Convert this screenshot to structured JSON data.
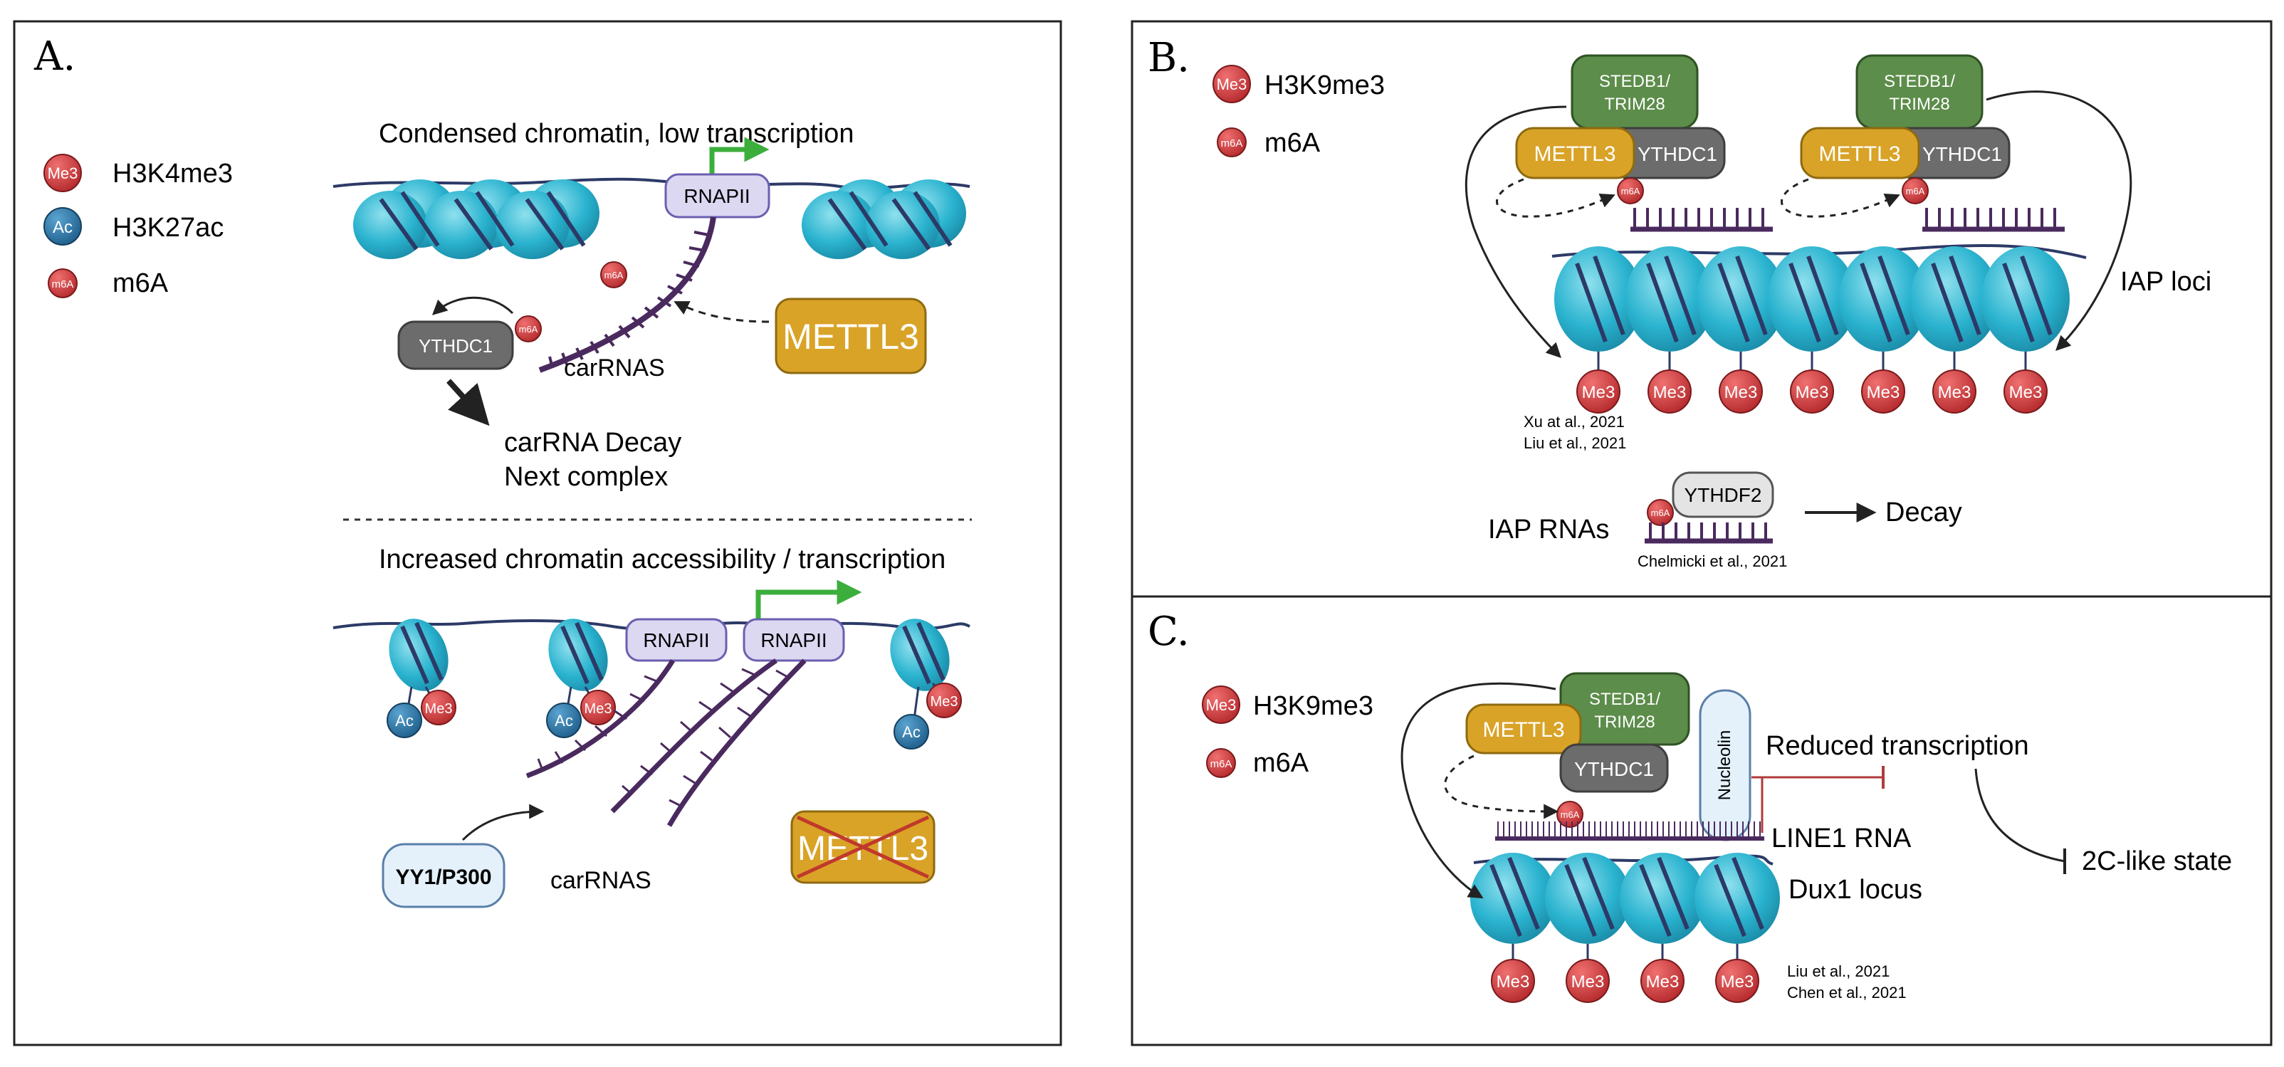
{
  "panelA": {
    "letter": "A.",
    "legend": [
      {
        "badge": "Me3",
        "label": "H3K4me3"
      },
      {
        "badge": "Ac",
        "label": "H3K27ac"
      },
      {
        "badge": "m6A",
        "label": "m6A"
      }
    ],
    "top_title": "Condensed chromatin, low transcription",
    "rnapii": "RNAPII",
    "m6a": "m6A",
    "ythdc1": "YTHDC1",
    "carrnas": "carRNAS",
    "mettl3": "METTL3",
    "decay_line1": "carRNA Decay",
    "decay_line2": "Next complex",
    "bottom_title": "Increased chromatin accessibility / transcription",
    "ac": "Ac",
    "me3": "Me3",
    "yy1": "YY1/P300",
    "carrnas_bottom": "carRNAS",
    "mettl3_crossed": "METTL3"
  },
  "panelB": {
    "letter": "B.",
    "legend": [
      {
        "badge": "Me3",
        "label": "H3K9me3"
      },
      {
        "badge": "m6A",
        "label": "m6A"
      }
    ],
    "stedb1_line1": "STEDB1/",
    "stedb1_line2": "TRIM28",
    "mettl3": "METTL3",
    "ythdc1": "YTHDC1",
    "m6a": "m6A",
    "me3": "Me3",
    "iap_loci": "IAP loci",
    "ref1": "Xu at al., 2021",
    "ref2": "Liu et al., 2021",
    "ythdf2": "YTHDF2",
    "iap_rnas": "IAP RNAs",
    "decay": "Decay",
    "ref3": "Chelmicki et al., 2021"
  },
  "panelC": {
    "letter": "C.",
    "legend": [
      {
        "badge": "Me3",
        "label": "H3K9me3"
      },
      {
        "badge": "m6A",
        "label": "m6A"
      }
    ],
    "stedb1_line1": "STEDB1/",
    "stedb1_line2": "TRIM28",
    "mettl3": "METTL3",
    "ythdc1": "YTHDC1",
    "nucleolin": "Nucleolin",
    "m6a": "m6A",
    "reduced": "Reduced transcription",
    "line1": "LINE1 RNA",
    "dux1": "Dux1 locus",
    "state": "2C-like state",
    "me3": "Me3",
    "ref1": "Liu et al., 2021",
    "ref2": "Chen et al., 2021"
  },
  "colors": {
    "nucleosome": "#2ab3cf",
    "nucleosome_light": "#7fd6e6",
    "dna": "#2c3a67",
    "rna": "#4a2a5e",
    "me3": "#d0393c",
    "ac": "#2a6fa0",
    "mettl3": "#d9a327",
    "stedb1": "#5c8d4a",
    "ythdc1": "#6c6c6c",
    "rnapii": "#dcd8f2",
    "green_arrow": "#3cae3c",
    "inhibit": "#b23b3b"
  }
}
